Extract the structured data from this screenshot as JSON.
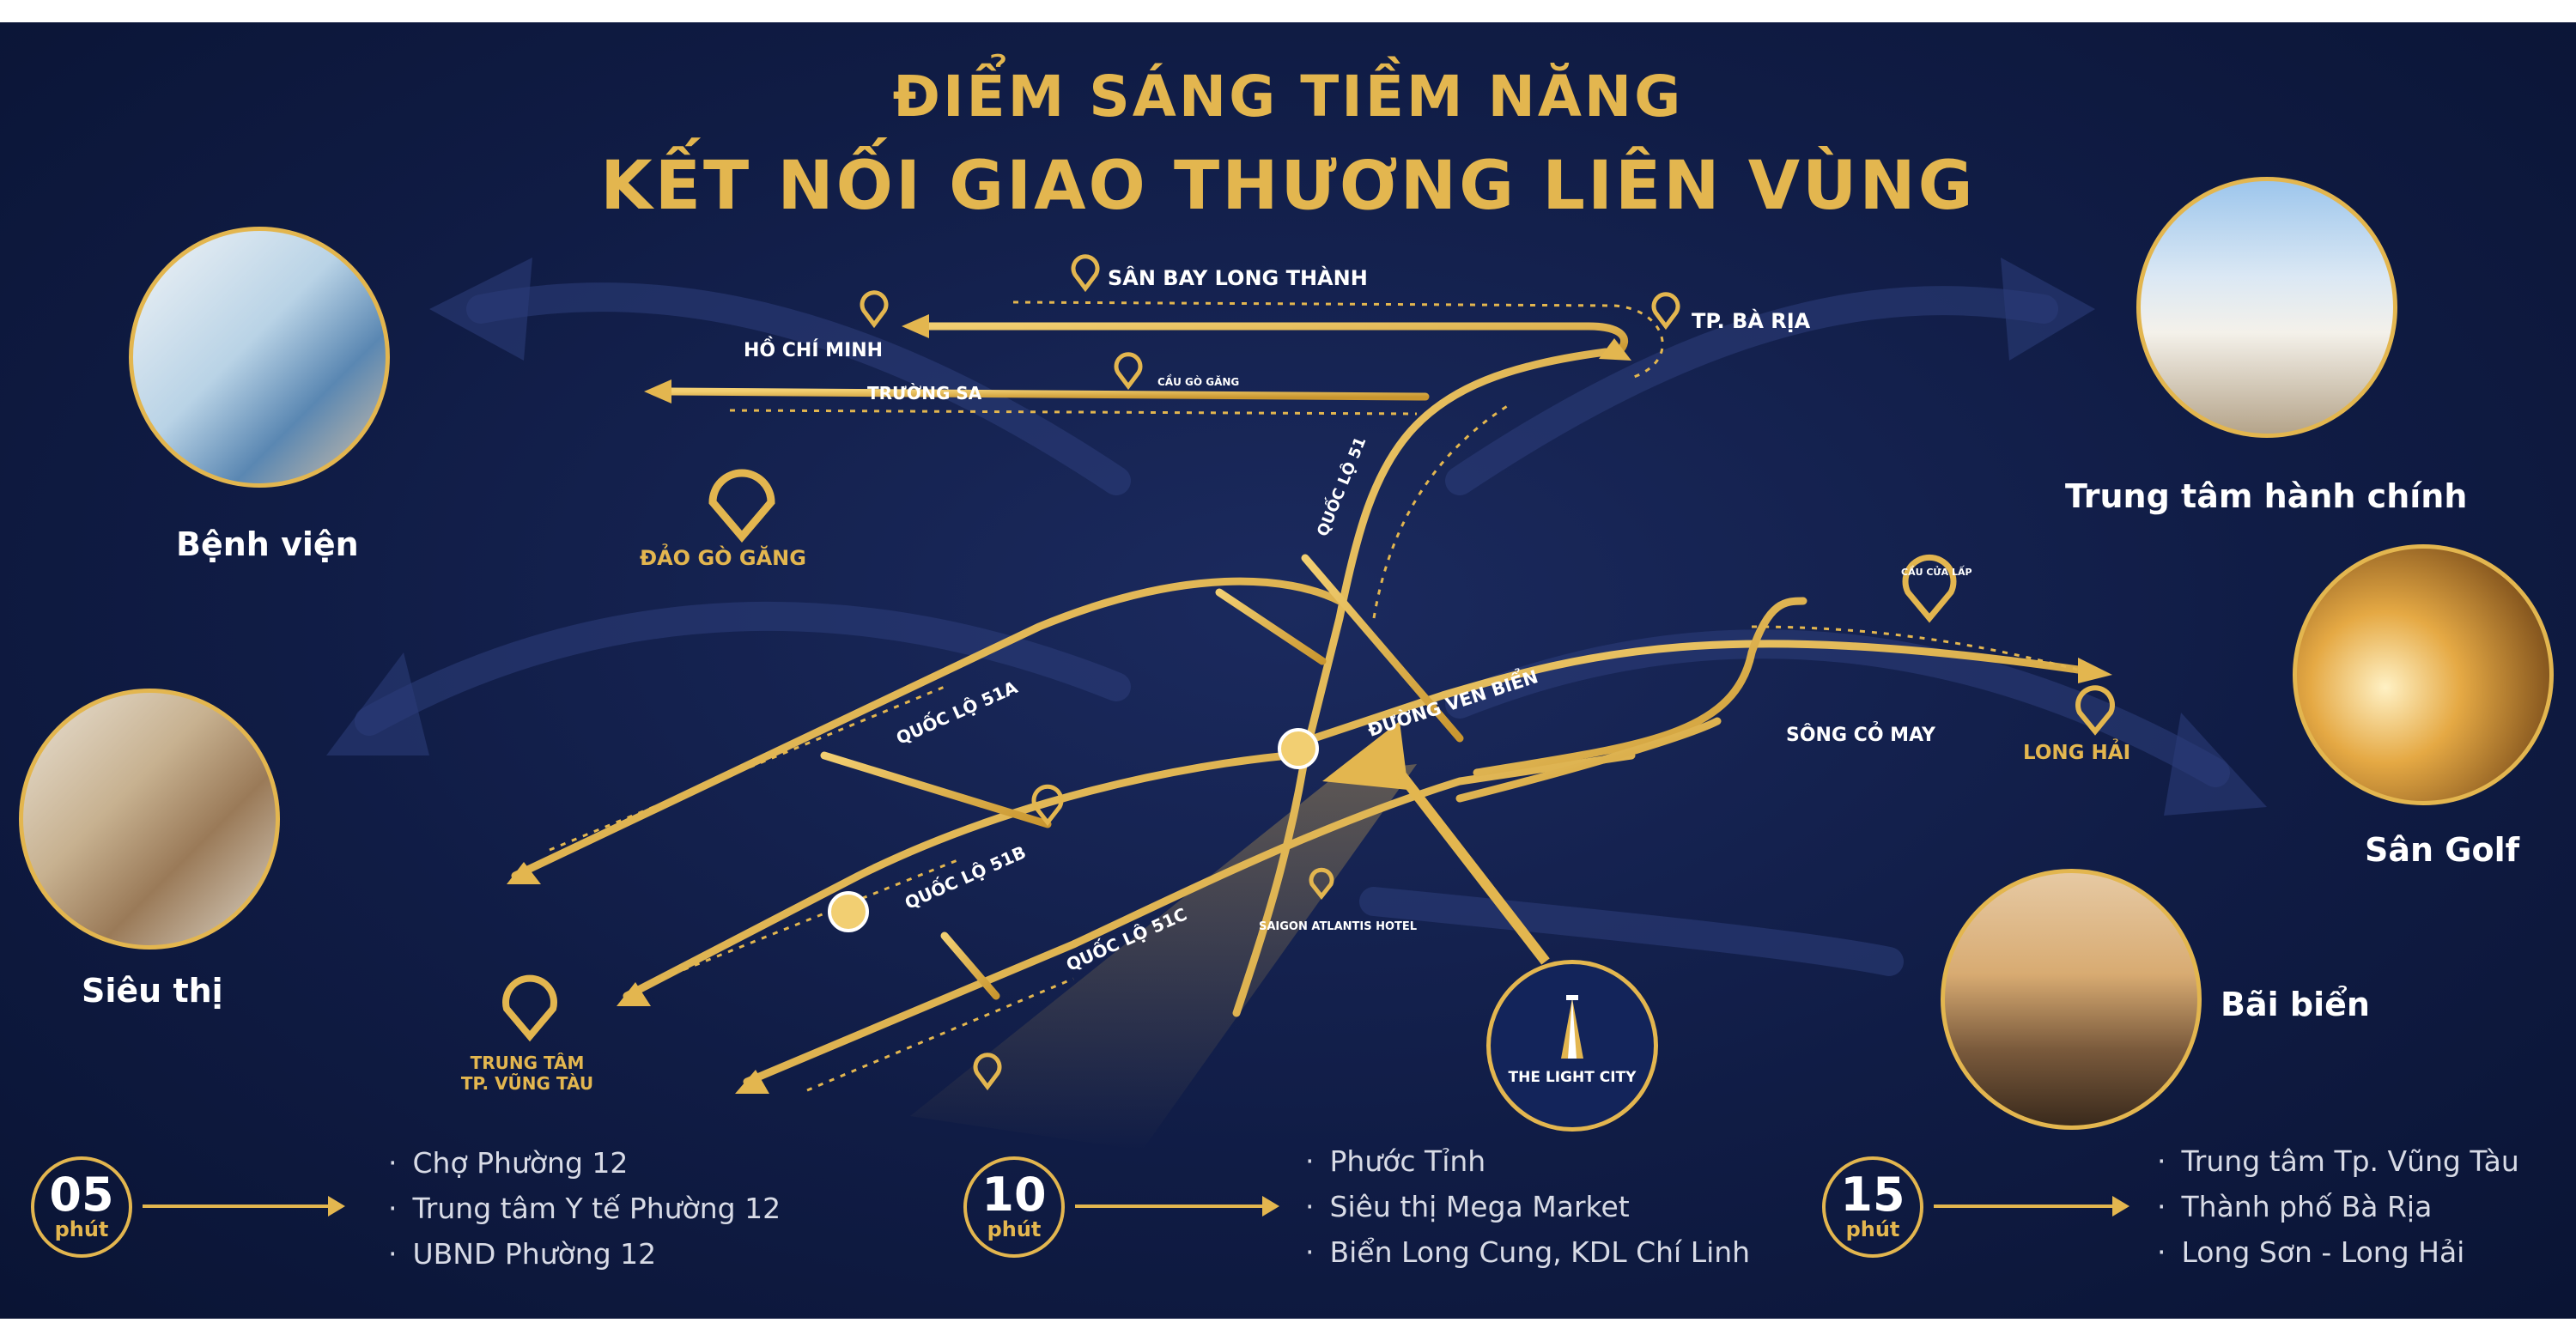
{
  "title": {
    "line1": "ĐIỂM SÁNG TIỀM NĂNG",
    "line2": "KẾT NỐI GIAO THƯƠNG LIÊN VÙNG"
  },
  "map_labels": {
    "san_bay": "SÂN BAY LONG THÀNH",
    "tp_ba_ria": "TP. BÀ RỊA",
    "ho_chi_minh": "HỒ CHÍ MINH",
    "truong_sa": "TRƯỜNG SA",
    "cau_go_gang": "CẦU GÒ GĂNG",
    "dao_go_gang": "ĐẢO GÒ GĂNG",
    "quoc_lo_51": "QUỐC LỘ 51",
    "quoc_lo_51a": "QUỐC LỘ 51A",
    "quoc_lo_51b": "QUỐC LỘ 51B",
    "quoc_lo_51c": "QUỐC LỘ 51C",
    "duong_ven_bien": "ĐƯỜNG VEN BIỂN",
    "song_co_may": "SÔNG CỎ MAY",
    "long_hai": "LONG HẢI",
    "cau_cua_lap": "CẦU CỬA LẤP",
    "saigon_atlantis": "SAIGON ATLANTIS HOTEL",
    "trung_tam_vung_tau_1": "TRUNG TÂM",
    "trung_tam_vung_tau_2": "TP. VŨNG TÀU",
    "the_light_city": "THE LIGHT CITY"
  },
  "amenities": {
    "benh_vien": "Bệnh viện",
    "sieu_thi": "Siêu thị",
    "trung_tam_hanh_chinh": "Trung tâm hành chính",
    "san_golf": "Sân Golf",
    "bai_bien": "Bãi biển"
  },
  "travel_times": [
    {
      "minutes": "05",
      "unit": "phút",
      "places": [
        "Chợ Phường 12",
        "Trung tâm Y tế Phường 12",
        "UBND Phường 12"
      ]
    },
    {
      "minutes": "10",
      "unit": "phút",
      "places": [
        "Phước Tỉnh",
        "Siêu thị Mega Market",
        "Biển Long Cung, KDL Chí Linh"
      ]
    },
    {
      "minutes": "15",
      "unit": "phút",
      "places": [
        "Trung tâm Tp. Vũng Tàu",
        "Thành phố Bà Rịa",
        "Long Sơn - Long Hải"
      ]
    }
  ],
  "colors": {
    "gold": "#e3b64f",
    "navy": "#101c45",
    "white": "#ffffff"
  }
}
